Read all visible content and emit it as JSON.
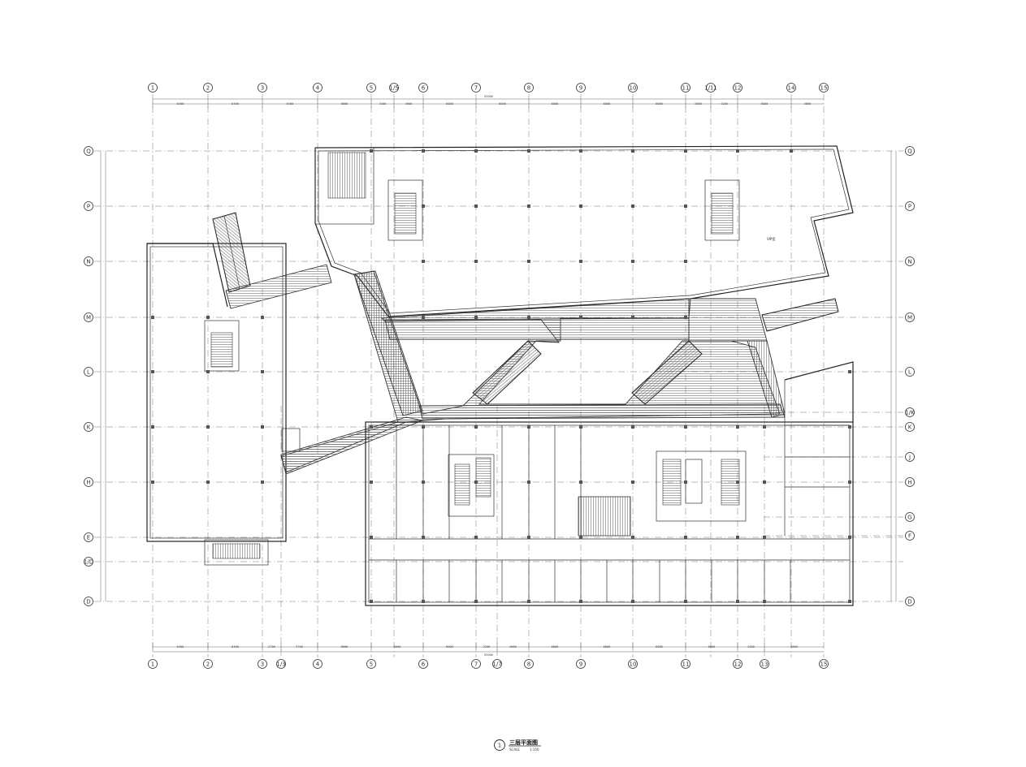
{
  "drawing": {
    "title": "三层平面图",
    "scale_label": "SCALE",
    "scale_value": "1:150",
    "number": "1"
  },
  "axes": {
    "top": [
      {
        "label": "1"
      },
      {
        "label": "2"
      },
      {
        "label": "3"
      },
      {
        "label": "4"
      },
      {
        "label": "5"
      },
      {
        "label": "1/5"
      },
      {
        "label": "6"
      },
      {
        "label": "7"
      },
      {
        "label": "8"
      },
      {
        "label": "9"
      },
      {
        "label": "10"
      },
      {
        "label": "11"
      },
      {
        "label": "1/11"
      },
      {
        "label": "12"
      },
      {
        "label": "14"
      },
      {
        "label": "15"
      }
    ],
    "bottom": [
      {
        "label": "1"
      },
      {
        "label": "2"
      },
      {
        "label": "3"
      },
      {
        "label": "1/3"
      },
      {
        "label": "4"
      },
      {
        "label": "5"
      },
      {
        "label": "6"
      },
      {
        "label": "7"
      },
      {
        "label": "1/7"
      },
      {
        "label": "8"
      },
      {
        "label": "9"
      },
      {
        "label": "10"
      },
      {
        "label": "11"
      },
      {
        "label": "12"
      },
      {
        "label": "13"
      },
      {
        "label": "15"
      }
    ],
    "left": [
      {
        "label": "Q"
      },
      {
        "label": "P"
      },
      {
        "label": "N"
      },
      {
        "label": "M"
      },
      {
        "label": "L"
      },
      {
        "label": "K"
      },
      {
        "label": "H"
      },
      {
        "label": "E"
      },
      {
        "label": "1/D"
      },
      {
        "label": "D"
      }
    ],
    "right": [
      {
        "label": "Q"
      },
      {
        "label": "P"
      },
      {
        "label": "N"
      },
      {
        "label": "M"
      },
      {
        "label": "L"
      },
      {
        "label": "1/K"
      },
      {
        "label": "K"
      },
      {
        "label": "J"
      },
      {
        "label": "H"
      },
      {
        "label": "G"
      },
      {
        "label": "F"
      },
      {
        "label": "D"
      }
    ]
  },
  "dimensions": {
    "top_total": "92000",
    "bottom_total": "92000",
    "top": [
      "8400",
      "8400",
      "8400",
      "8000",
      "3400",
      "4600",
      "8000",
      "8000",
      "8000",
      "8000",
      "8000",
      "3800",
      "4200",
      "8000",
      "4800"
    ],
    "bottom": [
      "8400",
      "8400",
      "2700",
      "2700",
      "8000",
      "8000",
      "8000",
      "2200",
      "4800",
      "8000",
      "8000",
      "8000",
      "8000",
      "4200",
      "4800"
    ]
  },
  "labels": {
    "vip": "VIP室"
  }
}
